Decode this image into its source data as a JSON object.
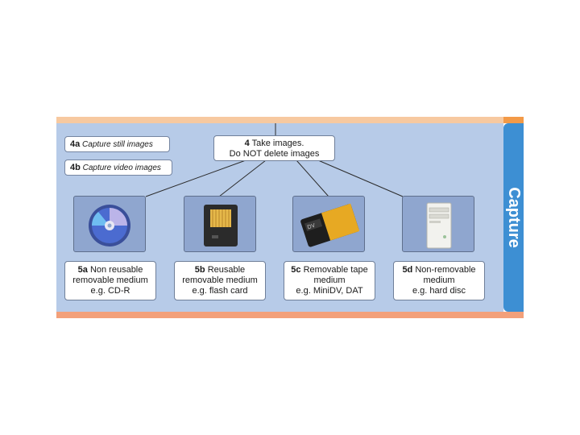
{
  "tab_label": "Capture",
  "capture_still": {
    "num": "4a",
    "text": "Capture still images"
  },
  "capture_video": {
    "num": "4b",
    "text": "Capture video images"
  },
  "top_node": {
    "num": "4",
    "line1": "Take images.",
    "line2": "Do NOT delete images"
  },
  "media": [
    {
      "num": "5a",
      "line1": "Non reusable",
      "line2": "removable medium",
      "line3": "e.g. CD-R",
      "icon": "cd-disc-icon"
    },
    {
      "num": "5b",
      "line1": "Reusable",
      "line2": "removable medium",
      "line3": "e.g. flash card",
      "icon": "flash-card-icon"
    },
    {
      "num": "5c",
      "line1": "Removable tape",
      "line2": "medium",
      "line3": "e.g. MiniDV, DAT",
      "icon": "tape-cassette-icon"
    },
    {
      "num": "5d",
      "line1": "Non-removable",
      "line2": "medium",
      "line3": "e.g. hard disc",
      "icon": "computer-tower-icon"
    }
  ],
  "colors": {
    "panel": "#b7cbe8",
    "tab": "#3d8fd3",
    "band_top": "#f7c9a0",
    "band_bottom": "#f3a07a"
  }
}
